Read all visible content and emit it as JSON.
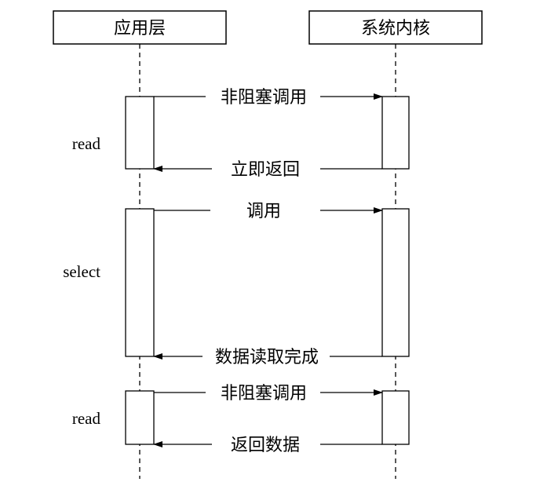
{
  "participants": {
    "left": "应用层",
    "right": "系统内核"
  },
  "phases": [
    {
      "label": "read"
    },
    {
      "label": "select"
    },
    {
      "label": "read"
    }
  ],
  "messages": [
    {
      "text": "非阻塞调用",
      "direction": "right"
    },
    {
      "text": "立即返回",
      "direction": "left"
    },
    {
      "text": "调用",
      "direction": "right"
    },
    {
      "text": "数据读取完成",
      "direction": "left"
    },
    {
      "text": "非阻塞调用",
      "direction": "right"
    },
    {
      "text": "返回数据",
      "direction": "left"
    }
  ],
  "colors": {
    "line": "#000000",
    "background": "#ffffff"
  }
}
